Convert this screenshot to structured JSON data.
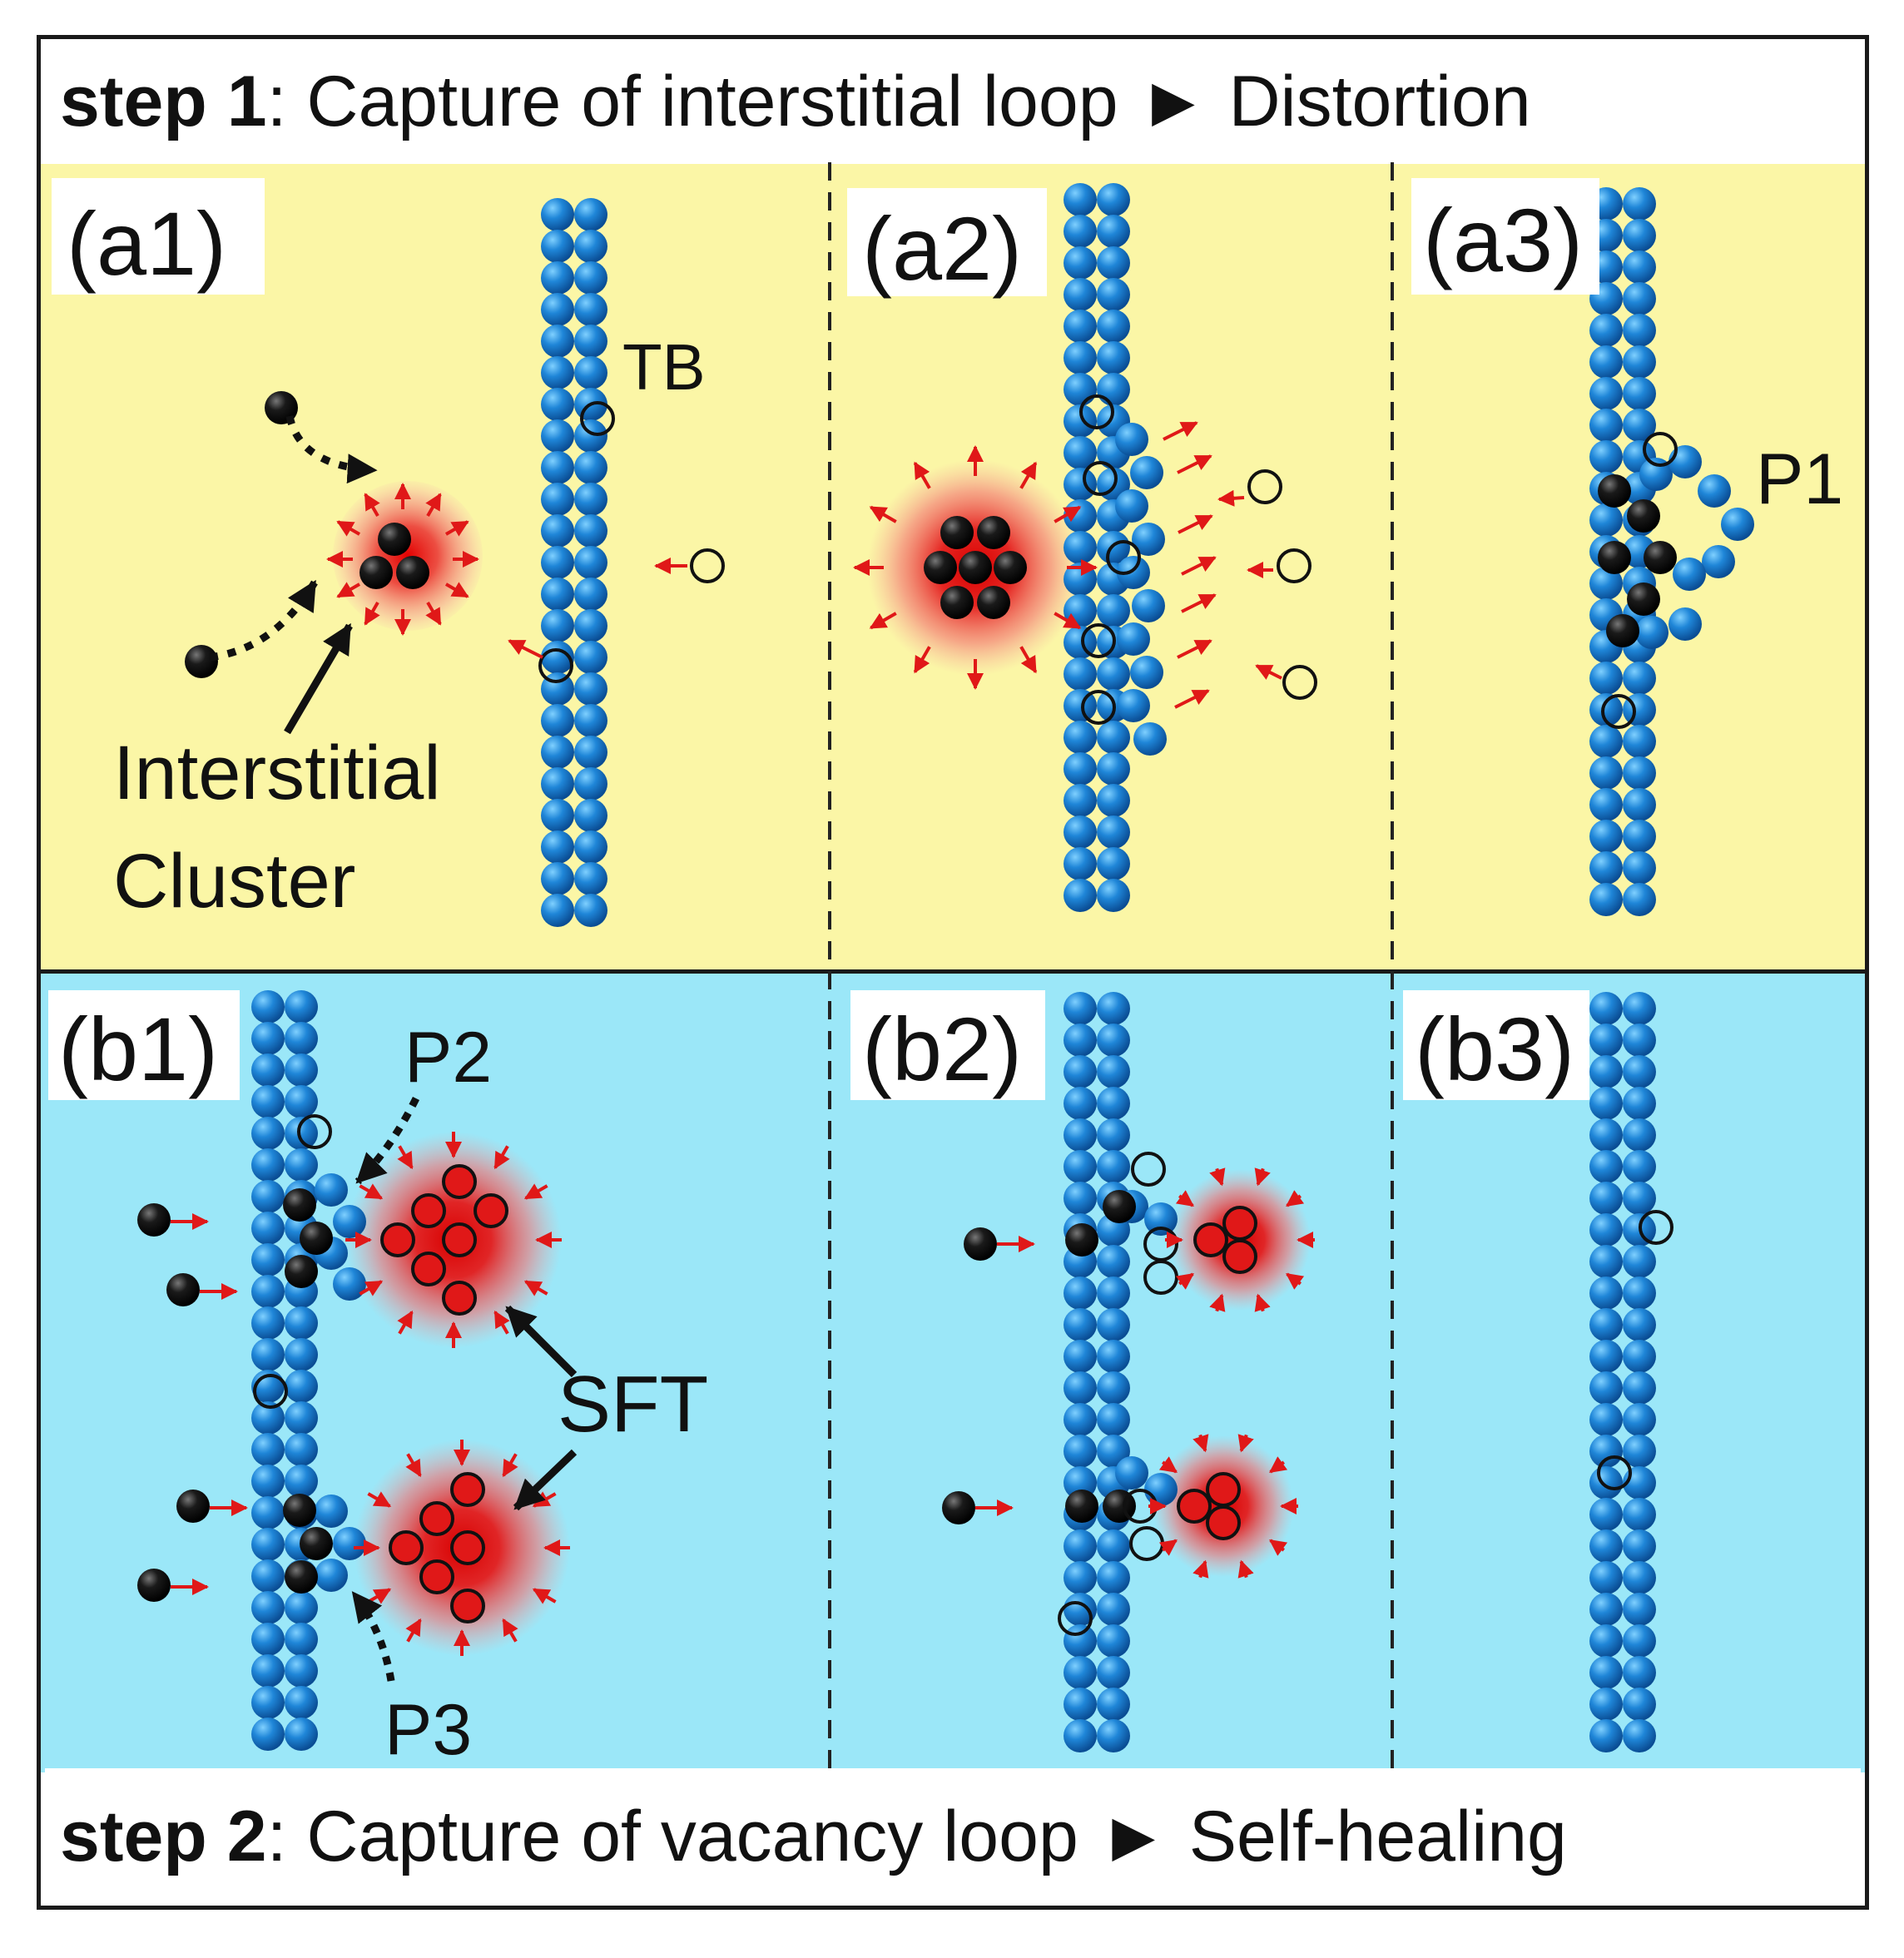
{
  "step1": {
    "bold": "step 1",
    "rest": ": Capture of interstitial loop ► Distortion"
  },
  "step2": {
    "bold": "step 2",
    "rest": ": Capture of vacancy loop ► Self-healing"
  },
  "panels": {
    "a1": "(a1)",
    "a2": "(a2)",
    "a3": "(a3)",
    "b1": "(b1)",
    "b2": "(b2)",
    "b3": "(b3)"
  },
  "labels": {
    "tb": "TB",
    "interstitial_line1": "Interstitial",
    "interstitial_line2": "Cluster",
    "p1": "P1",
    "p2": "P2",
    "p3": "P3",
    "sft": "SFT"
  },
  "colors": {
    "step1_background": "#fbf6a6",
    "step2_background": "#9be7f8",
    "atom_blue": "#1f7fd0",
    "atom_black": "#111111",
    "strain_red": "#e01818",
    "vacancy_ring": "#111111"
  },
  "icons": {
    "arrow": "right-pointing-triangle-icon"
  }
}
